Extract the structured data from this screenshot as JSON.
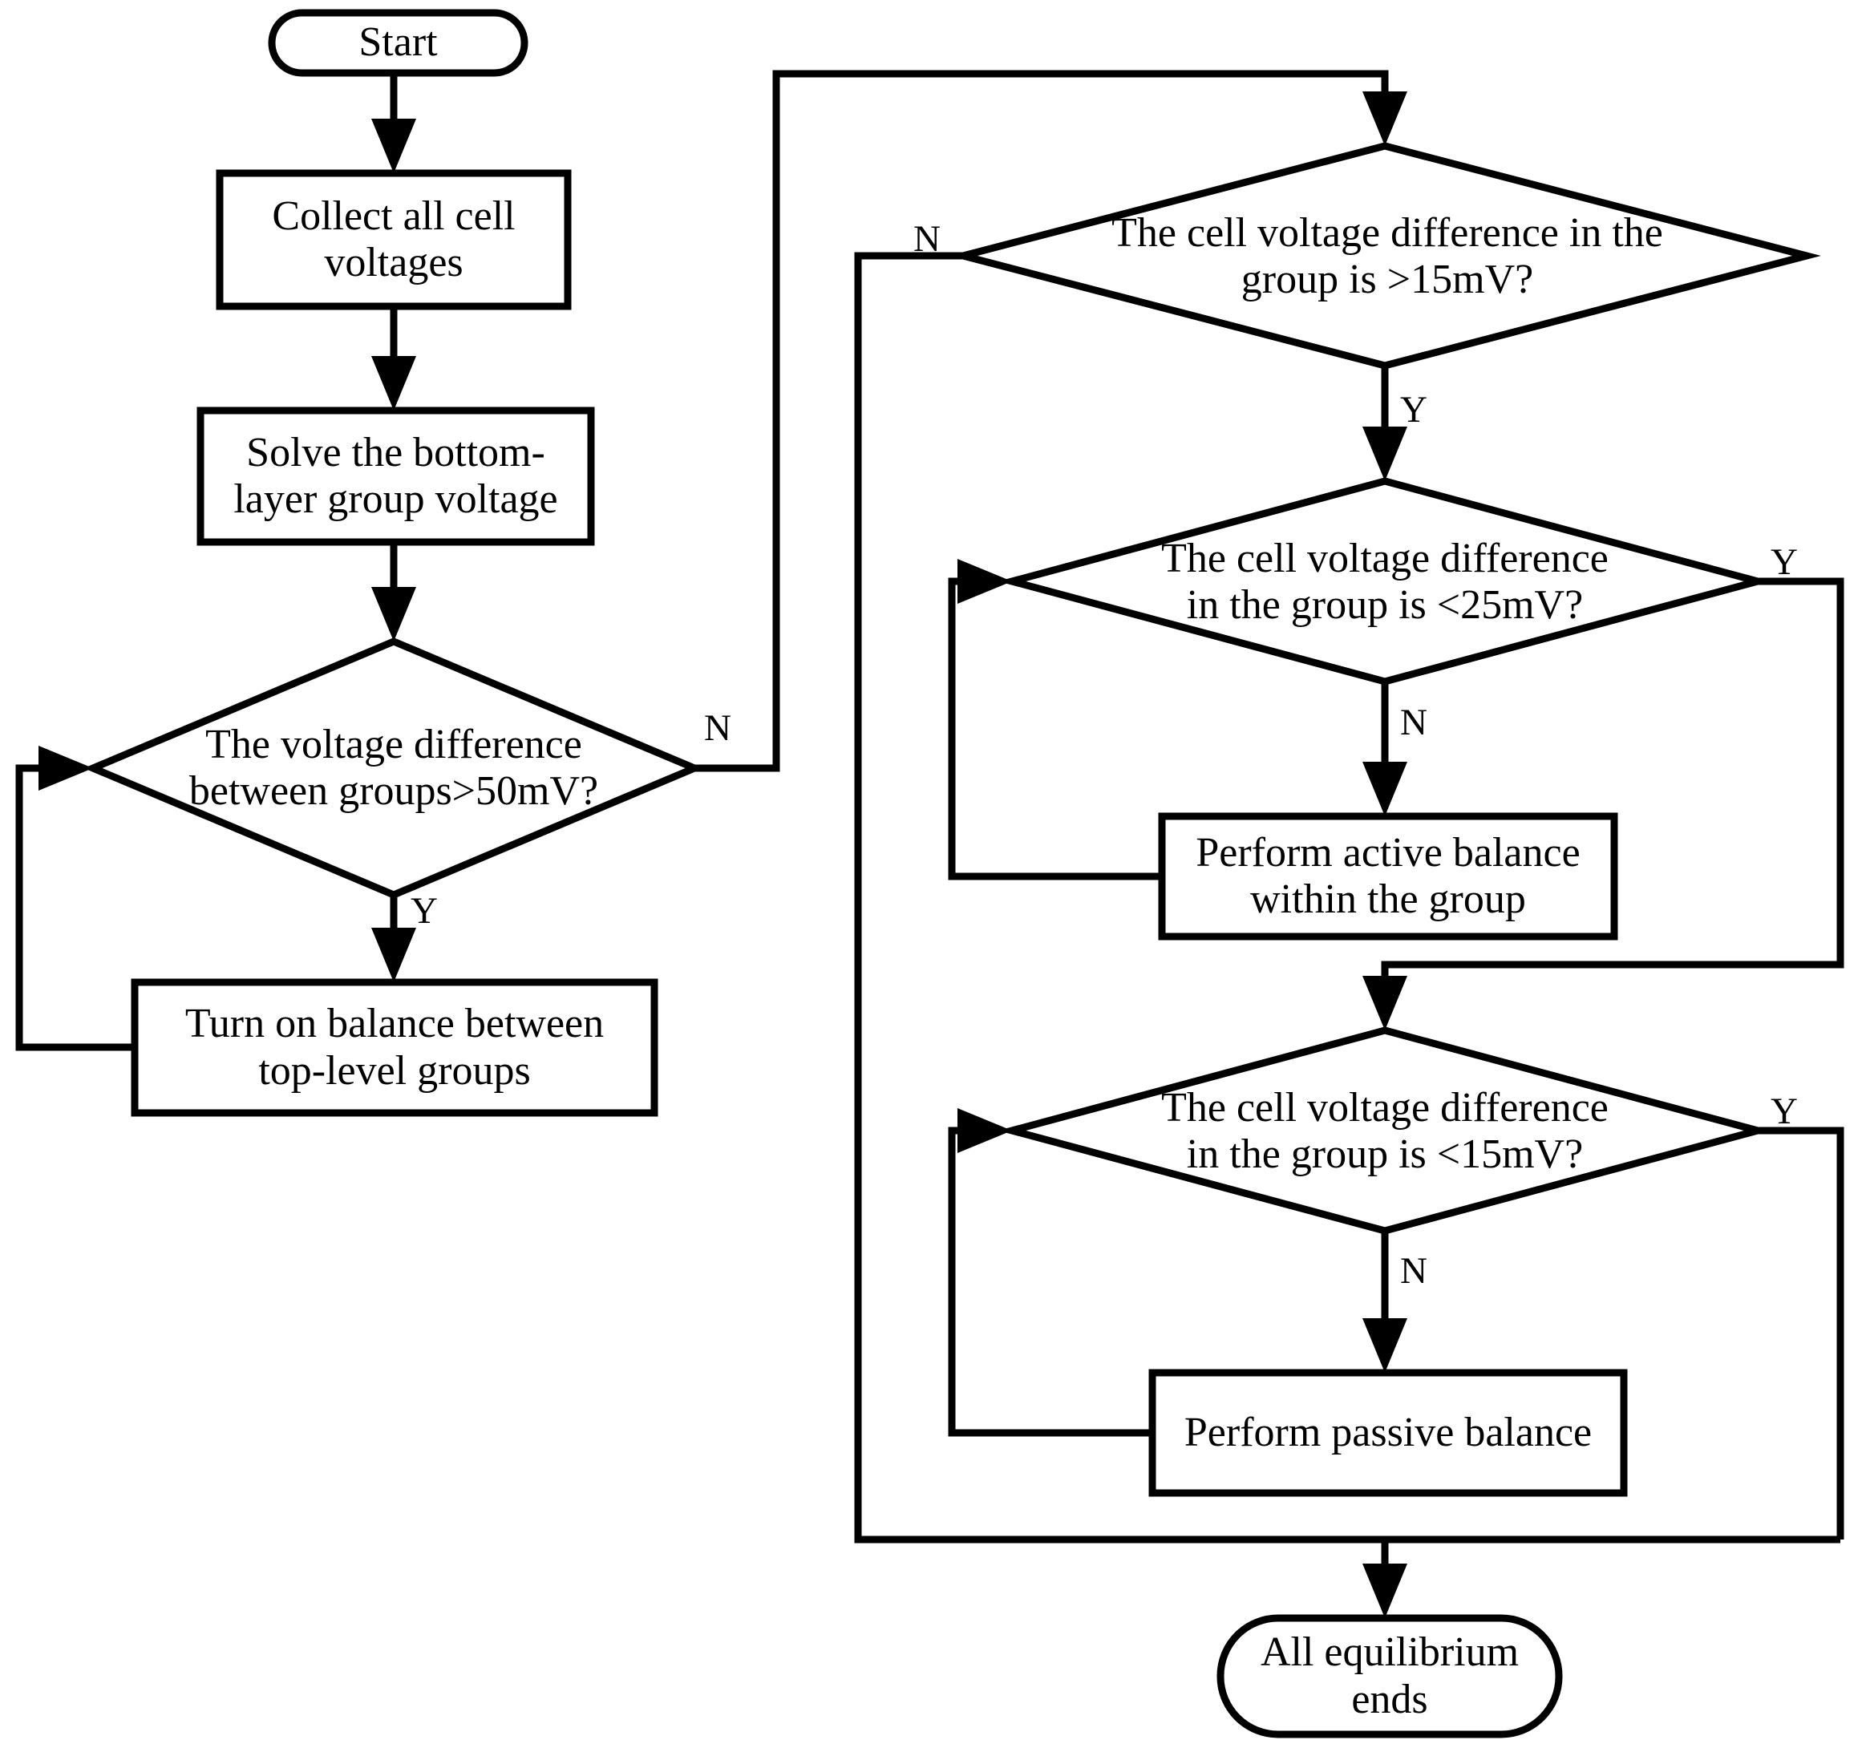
{
  "diagram": {
    "title": "Battery cell balancing control flowchart",
    "type": "flowchart",
    "colors": {
      "stroke": "#000000",
      "fill": "#ffffff",
      "background": "#ffffff"
    },
    "nodes": [
      {
        "id": "start",
        "shape": "terminator",
        "text": "Start"
      },
      {
        "id": "collect",
        "shape": "process",
        "text": "Collect all cell voltages"
      },
      {
        "id": "solve",
        "shape": "process",
        "text": "Solve the bottom-layer group voltage"
      },
      {
        "id": "dec_groups",
        "shape": "decision",
        "text": "The voltage difference between groups>50mV?"
      },
      {
        "id": "turn_on",
        "shape": "process",
        "text": "Turn on balance between top-level groups"
      },
      {
        "id": "dec_gt15",
        "shape": "decision",
        "text": "The cell voltage difference in the group is >15mV?"
      },
      {
        "id": "dec_lt25",
        "shape": "decision",
        "text": "The cell voltage difference in the group is <25mV?"
      },
      {
        "id": "active_bal",
        "shape": "process",
        "text": "Perform active balance within the group"
      },
      {
        "id": "dec_lt15",
        "shape": "decision",
        "text": "The cell voltage difference in the group is <15mV?"
      },
      {
        "id": "passive_bal",
        "shape": "process",
        "text": "Perform passive balance"
      },
      {
        "id": "end",
        "shape": "terminator",
        "text": "All equilibrium ends"
      }
    ],
    "node_lines": {
      "start": [
        "Start"
      ],
      "collect": [
        "Collect all cell",
        "voltages"
      ],
      "solve": [
        "Solve the bottom-",
        "layer group voltage"
      ],
      "dec_groups": [
        "The voltage difference",
        "between groups>50mV?"
      ],
      "turn_on": [
        "Turn on balance between",
        "top-level groups"
      ],
      "dec_gt15": [
        "The cell voltage difference in the",
        "group is >15mV?"
      ],
      "dec_lt25": [
        "The cell voltage difference",
        "in the group is <25mV?"
      ],
      "active_bal": [
        "Perform active balance",
        "within the group"
      ],
      "dec_lt15": [
        "The cell voltage difference",
        "in the group is <15mV?"
      ],
      "passive_bal": [
        "Perform passive balance"
      ],
      "end": [
        "All equilibrium",
        "ends"
      ]
    },
    "edge_labels": {
      "groups_no": "N",
      "groups_yes": "Y",
      "gt15_no": "N",
      "gt15_yes": "Y",
      "lt25_yes": "Y",
      "lt25_no": "N",
      "lt15_yes": "Y",
      "lt15_no": "N"
    },
    "edges": [
      {
        "from": "start",
        "to": "collect",
        "label": ""
      },
      {
        "from": "collect",
        "to": "solve",
        "label": ""
      },
      {
        "from": "solve",
        "to": "dec_groups",
        "label": ""
      },
      {
        "from": "dec_groups",
        "to": "turn_on",
        "label": "Y"
      },
      {
        "from": "dec_groups",
        "to": "dec_gt15",
        "label": "N"
      },
      {
        "from": "turn_on",
        "to": "dec_groups",
        "label": ""
      },
      {
        "from": "dec_gt15",
        "to": "dec_lt25",
        "label": "Y"
      },
      {
        "from": "dec_gt15",
        "to": "end",
        "label": "N"
      },
      {
        "from": "dec_lt25",
        "to": "active_bal",
        "label": "N"
      },
      {
        "from": "dec_lt25",
        "to": "dec_lt15",
        "label": "Y"
      },
      {
        "from": "active_bal",
        "to": "dec_lt25",
        "label": ""
      },
      {
        "from": "dec_lt15",
        "to": "passive_bal",
        "label": "N"
      },
      {
        "from": "dec_lt15",
        "to": "end",
        "label": "Y"
      },
      {
        "from": "passive_bal",
        "to": "dec_lt15",
        "label": ""
      }
    ]
  }
}
